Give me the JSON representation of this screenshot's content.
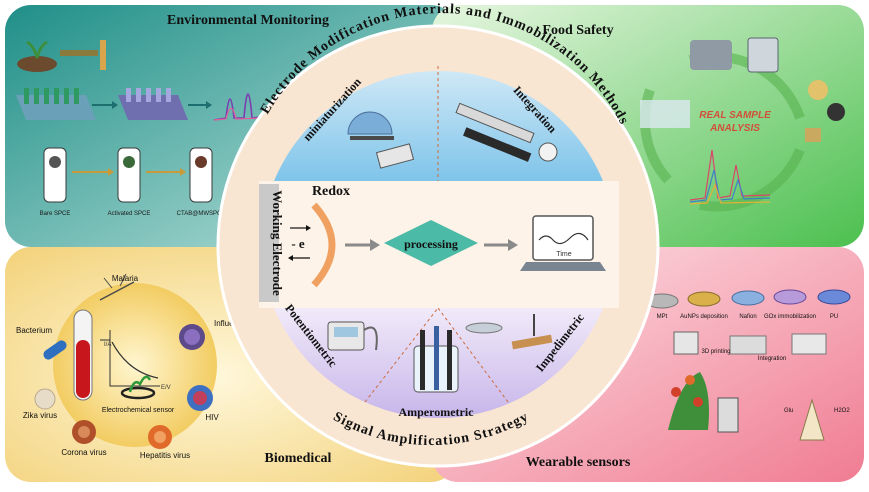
{
  "quadrants": {
    "environmental": {
      "title": "Environmental Monitoring",
      "labels": [
        "Bare SPCE",
        "Activated SPCE",
        "CTAB@MWSPCE"
      ]
    },
    "food": {
      "title": "Food Safety",
      "center_text": [
        "REAL SAMPLE",
        "ANALYSIS"
      ]
    },
    "biomedical": {
      "title": "Biomedical",
      "pathogens": [
        "Malaria",
        "Bacterium",
        "Influenza virus",
        "Zika virus",
        "HIV",
        "Corona virus",
        "Hepatitis virus"
      ],
      "sensor_label": "Electrochemical sensor"
    },
    "wearable": {
      "title": "Wearable sensors",
      "steps": [
        "MPt",
        "AuNPs deposition",
        "Nafion",
        "GOx immobilization",
        "PU"
      ],
      "fabrication": [
        "3D printing",
        "Integration"
      ],
      "analytes": [
        "Glu",
        "H2O2"
      ]
    }
  },
  "ring": {
    "top_arc_text": "Electrode Modification Materials and Immobilization Methods",
    "bottom_arc_text": "Signal Amplification Strategy",
    "top_left_label": "miniaturization",
    "top_right_label": "Integration",
    "bottom_labels": [
      "Potentiometric",
      "Amperometric",
      "Impedimetric"
    ]
  },
  "center": {
    "side_label": "Working Electrode",
    "redox": "Redox",
    "electron": "- e",
    "processing": "processing",
    "screen_label": "Time"
  },
  "colors": {
    "env": "#2f9f8f",
    "food": "#55c25a",
    "bio": "#f3d98a",
    "wear": "#f29aaa",
    "processing": "#49b8a5",
    "ring": "#f7dcc0"
  }
}
